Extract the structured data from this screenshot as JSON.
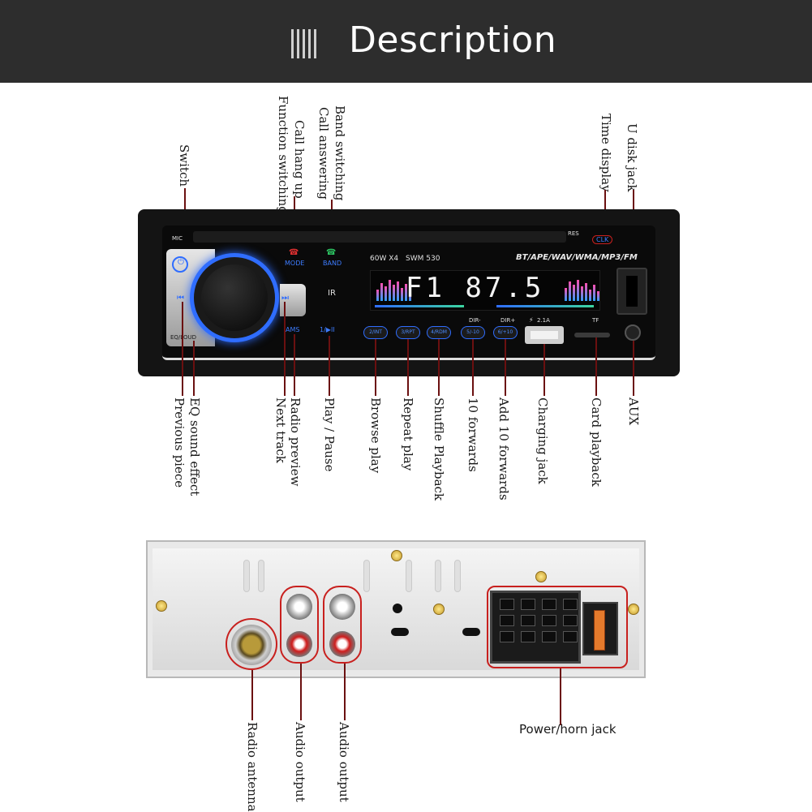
{
  "header": {
    "title": "Description"
  },
  "front_panel": {
    "top_labels": {
      "switch": "Switch",
      "call_hang_up": "Call hang up",
      "function_switching": "Function switching",
      "band_switching": "Band switching",
      "call_answering": "Call answering",
      "time_display": "Time display",
      "u_disk_jack": "U disk jack"
    },
    "bottom_labels": {
      "eq_sound_effect": "EQ sound effect",
      "previous_piece": "Previous piece",
      "radio_preview": "Radio preview",
      "next_track": "Next track",
      "play_pause": "Play / Pause",
      "browse_play": "Browse play",
      "repeat_play": "Repeat play",
      "shuffle_playback": "Shuffle Playback",
      "ten_forwards": "10 forwards",
      "add_10_forwards": "Add 10 forwards",
      "charging_jack": "Charging jack",
      "card_playback": "Card playback",
      "aux": "AUX"
    },
    "device": {
      "mic": "MIC",
      "mode": "MODE",
      "band": "BAND",
      "power_spec": "60W X4",
      "model": "SWM 530",
      "formats": "BT/APE/WAV/WMA/MP3/FM",
      "res": "RES",
      "clk": "CLK",
      "display": "F1 87.5",
      "eq_loud": "EQ/LOUD",
      "ams": "AMS",
      "play_btn": "1/▶II",
      "btn2": "2/INT",
      "btn3": "3/RPT",
      "btn4": "4/RDM",
      "btn5": "5/-10",
      "btn6": "6/+10",
      "dir_minus": "DIR-",
      "dir_plus": "DIR+",
      "usb_rating": "2.1A",
      "tf": "TF",
      "ir": "IR"
    }
  },
  "back_panel": {
    "labels": {
      "radio_antenna": "Radio antenna",
      "audio_output_1": "Audio output",
      "audio_output_2": "Audio output",
      "power_horn_jack": "Power/horn jack"
    }
  },
  "colors": {
    "accent_blue": "#2f6dff",
    "callout_red": "#c8201e",
    "header_bg": "#2d2d2d"
  }
}
